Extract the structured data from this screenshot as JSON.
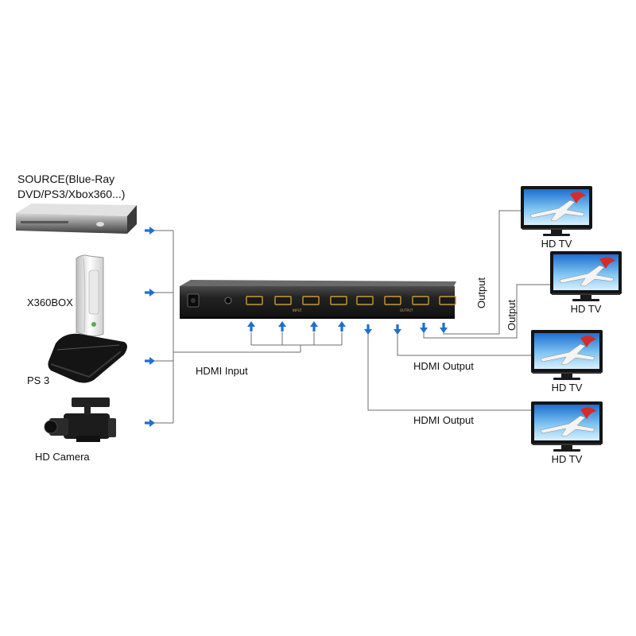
{
  "sources": {
    "bluray_label_line1": "SOURCE(Blue-Ray",
    "bluray_label_line2": "DVD/PS3/Xbox360...)",
    "xbox_label": "X360BOX",
    "ps3_label": "PS 3",
    "camera_label": "HD Camera"
  },
  "switch": {
    "input_label": "HDMI Input",
    "port_text_input": "INPUT",
    "port_text_output": "OUTPUT"
  },
  "outputs": {
    "hdmi_output_1": "HDMI Output",
    "hdmi_output_2": "HDMI Output",
    "output_vertical_1": "Output",
    "output_vertical_2": "Output",
    "tv_labels": [
      "HD TV",
      "HD TV",
      "HD TV",
      "HD TV"
    ]
  },
  "colors": {
    "arrow": "#1f6fd1",
    "line": "#6d6d6d",
    "device_dark": "#1e1e1e",
    "port_gold": "#c79a3a"
  }
}
